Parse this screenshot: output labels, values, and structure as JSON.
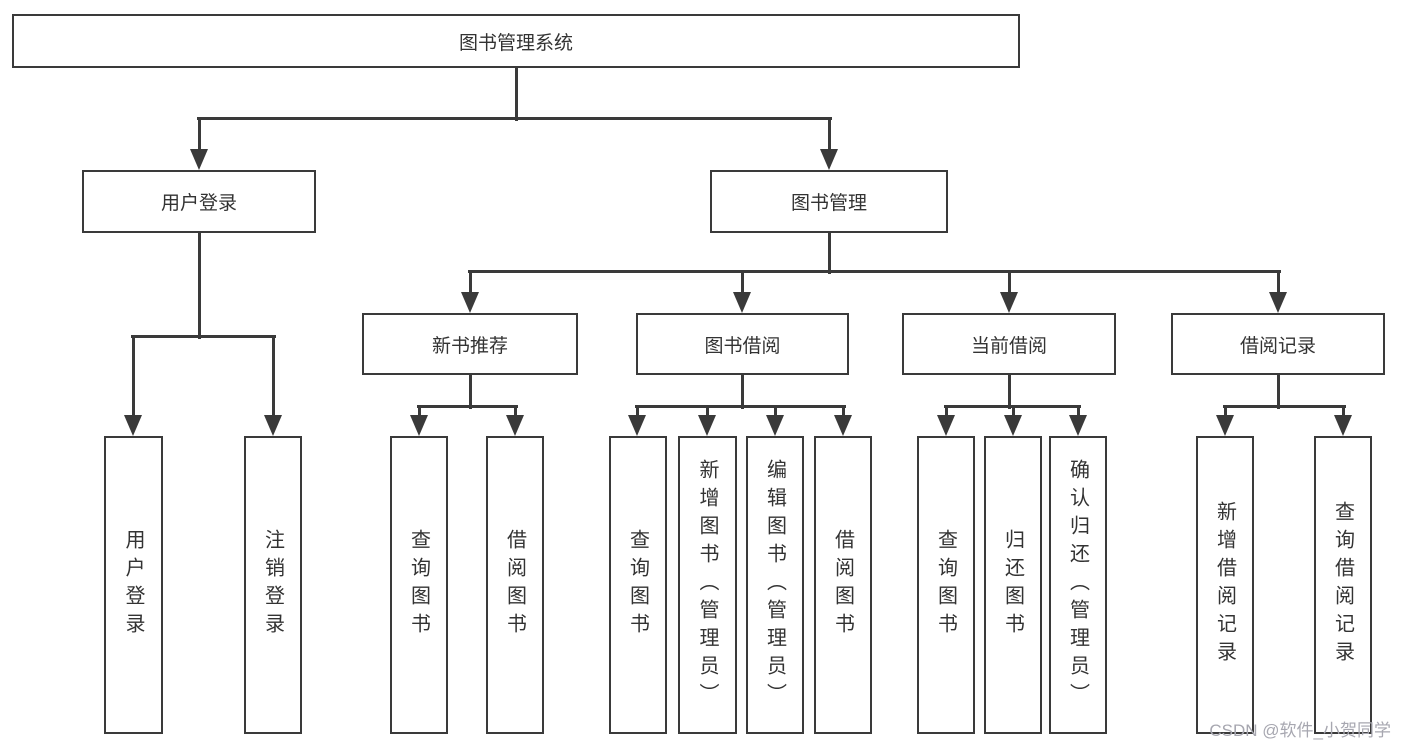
{
  "tree": {
    "root": {
      "label": "图书管理系统"
    },
    "branches": [
      {
        "label": "用户登录",
        "children": [
          {
            "label": "用户登录"
          },
          {
            "label": "注销登录"
          }
        ]
      },
      {
        "label": "图书管理",
        "groups": [
          {
            "label": "新书推荐",
            "children": [
              {
                "label": "查询图书"
              },
              {
                "label": "借阅图书"
              }
            ]
          },
          {
            "label": "图书借阅",
            "children": [
              {
                "label": "查询图书"
              },
              {
                "label": "新增图书（管理员）"
              },
              {
                "label": "编辑图书（管理员）"
              },
              {
                "label": "借阅图书"
              }
            ]
          },
          {
            "label": "当前借阅",
            "children": [
              {
                "label": "查询图书"
              },
              {
                "label": "归还图书"
              },
              {
                "label": "确认归还（管理员）"
              }
            ]
          },
          {
            "label": "借阅记录",
            "children": [
              {
                "label": "新增借阅记录"
              },
              {
                "label": "查询借阅记录"
              }
            ]
          }
        ]
      }
    ]
  },
  "watermark": {
    "text": "CSDN @软件_小贺同学"
  },
  "colors": {
    "line": "#3a3a3a",
    "text": "#333333",
    "background": "#ffffff",
    "watermark": "#a7a7b0"
  }
}
